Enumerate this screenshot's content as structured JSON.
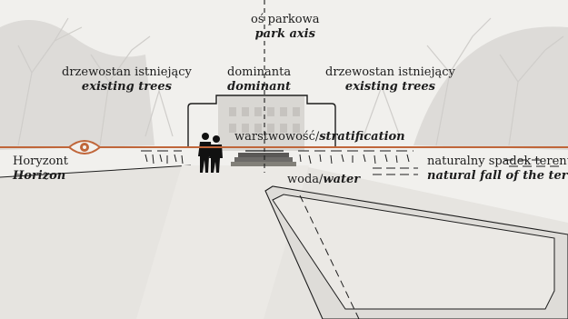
{
  "labels": {
    "park_axis": {
      "pl": "oś parkowa",
      "en": "park axis"
    },
    "existing_trees_left": {
      "pl": "drzewostan istniejący",
      "en": "existing trees"
    },
    "dominant": {
      "pl": "dominanta",
      "en": "dominant"
    },
    "existing_trees_right": {
      "pl": "drzewostan istniejący",
      "en": "existing trees"
    },
    "stratification": {
      "pl": "warstwowość/",
      "en": "stratification"
    },
    "horizon": {
      "pl": "Horyzont",
      "en": "Horizon"
    },
    "water": {
      "pl": "woda/",
      "en": "water"
    },
    "natural_fall": {
      "pl": "naturalny spadek terenu",
      "en": "natural fall of the terrain"
    }
  },
  "icons": [
    "eye-icon",
    "people-silhouette-icon"
  ],
  "colors": {
    "horizon_line": "#c0663a",
    "eye": "#c0663a",
    "ink": "#1d1d1d"
  }
}
